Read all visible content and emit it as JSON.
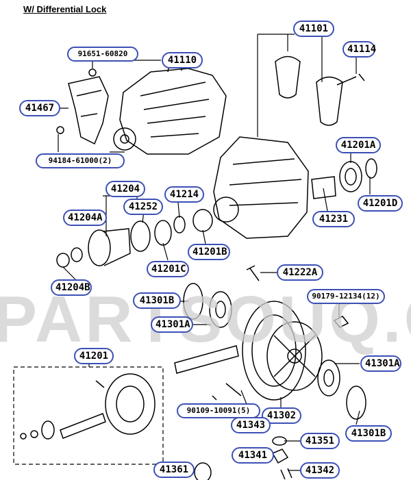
{
  "title": "W/ Differential Lock",
  "watermark": "PARTSOUQ.COM",
  "parts": [
    "41101",
    "41114",
    "91651-60820",
    "41110",
    "41467",
    "94184-61000(2)",
    "41201A",
    "41201D",
    "41231",
    "41204",
    "41252",
    "41214",
    "41204A",
    "41201B",
    "41201C",
    "41204B",
    "41222A",
    "41301B",
    "90179-12134(12)",
    "41301A",
    "41301A",
    "41201",
    "90109-10091(5)",
    "41302",
    "41343",
    "41301B",
    "41351",
    "41341",
    "41361",
    "41342"
  ],
  "colors": {
    "label_border": "#3c4fb5",
    "line": "#000000"
  },
  "icons": [
    "housing-drawing",
    "bracket-drawing",
    "carrier-drawing",
    "bearing-drawing",
    "ring-gear-drawing",
    "differential-case-drawing"
  ]
}
